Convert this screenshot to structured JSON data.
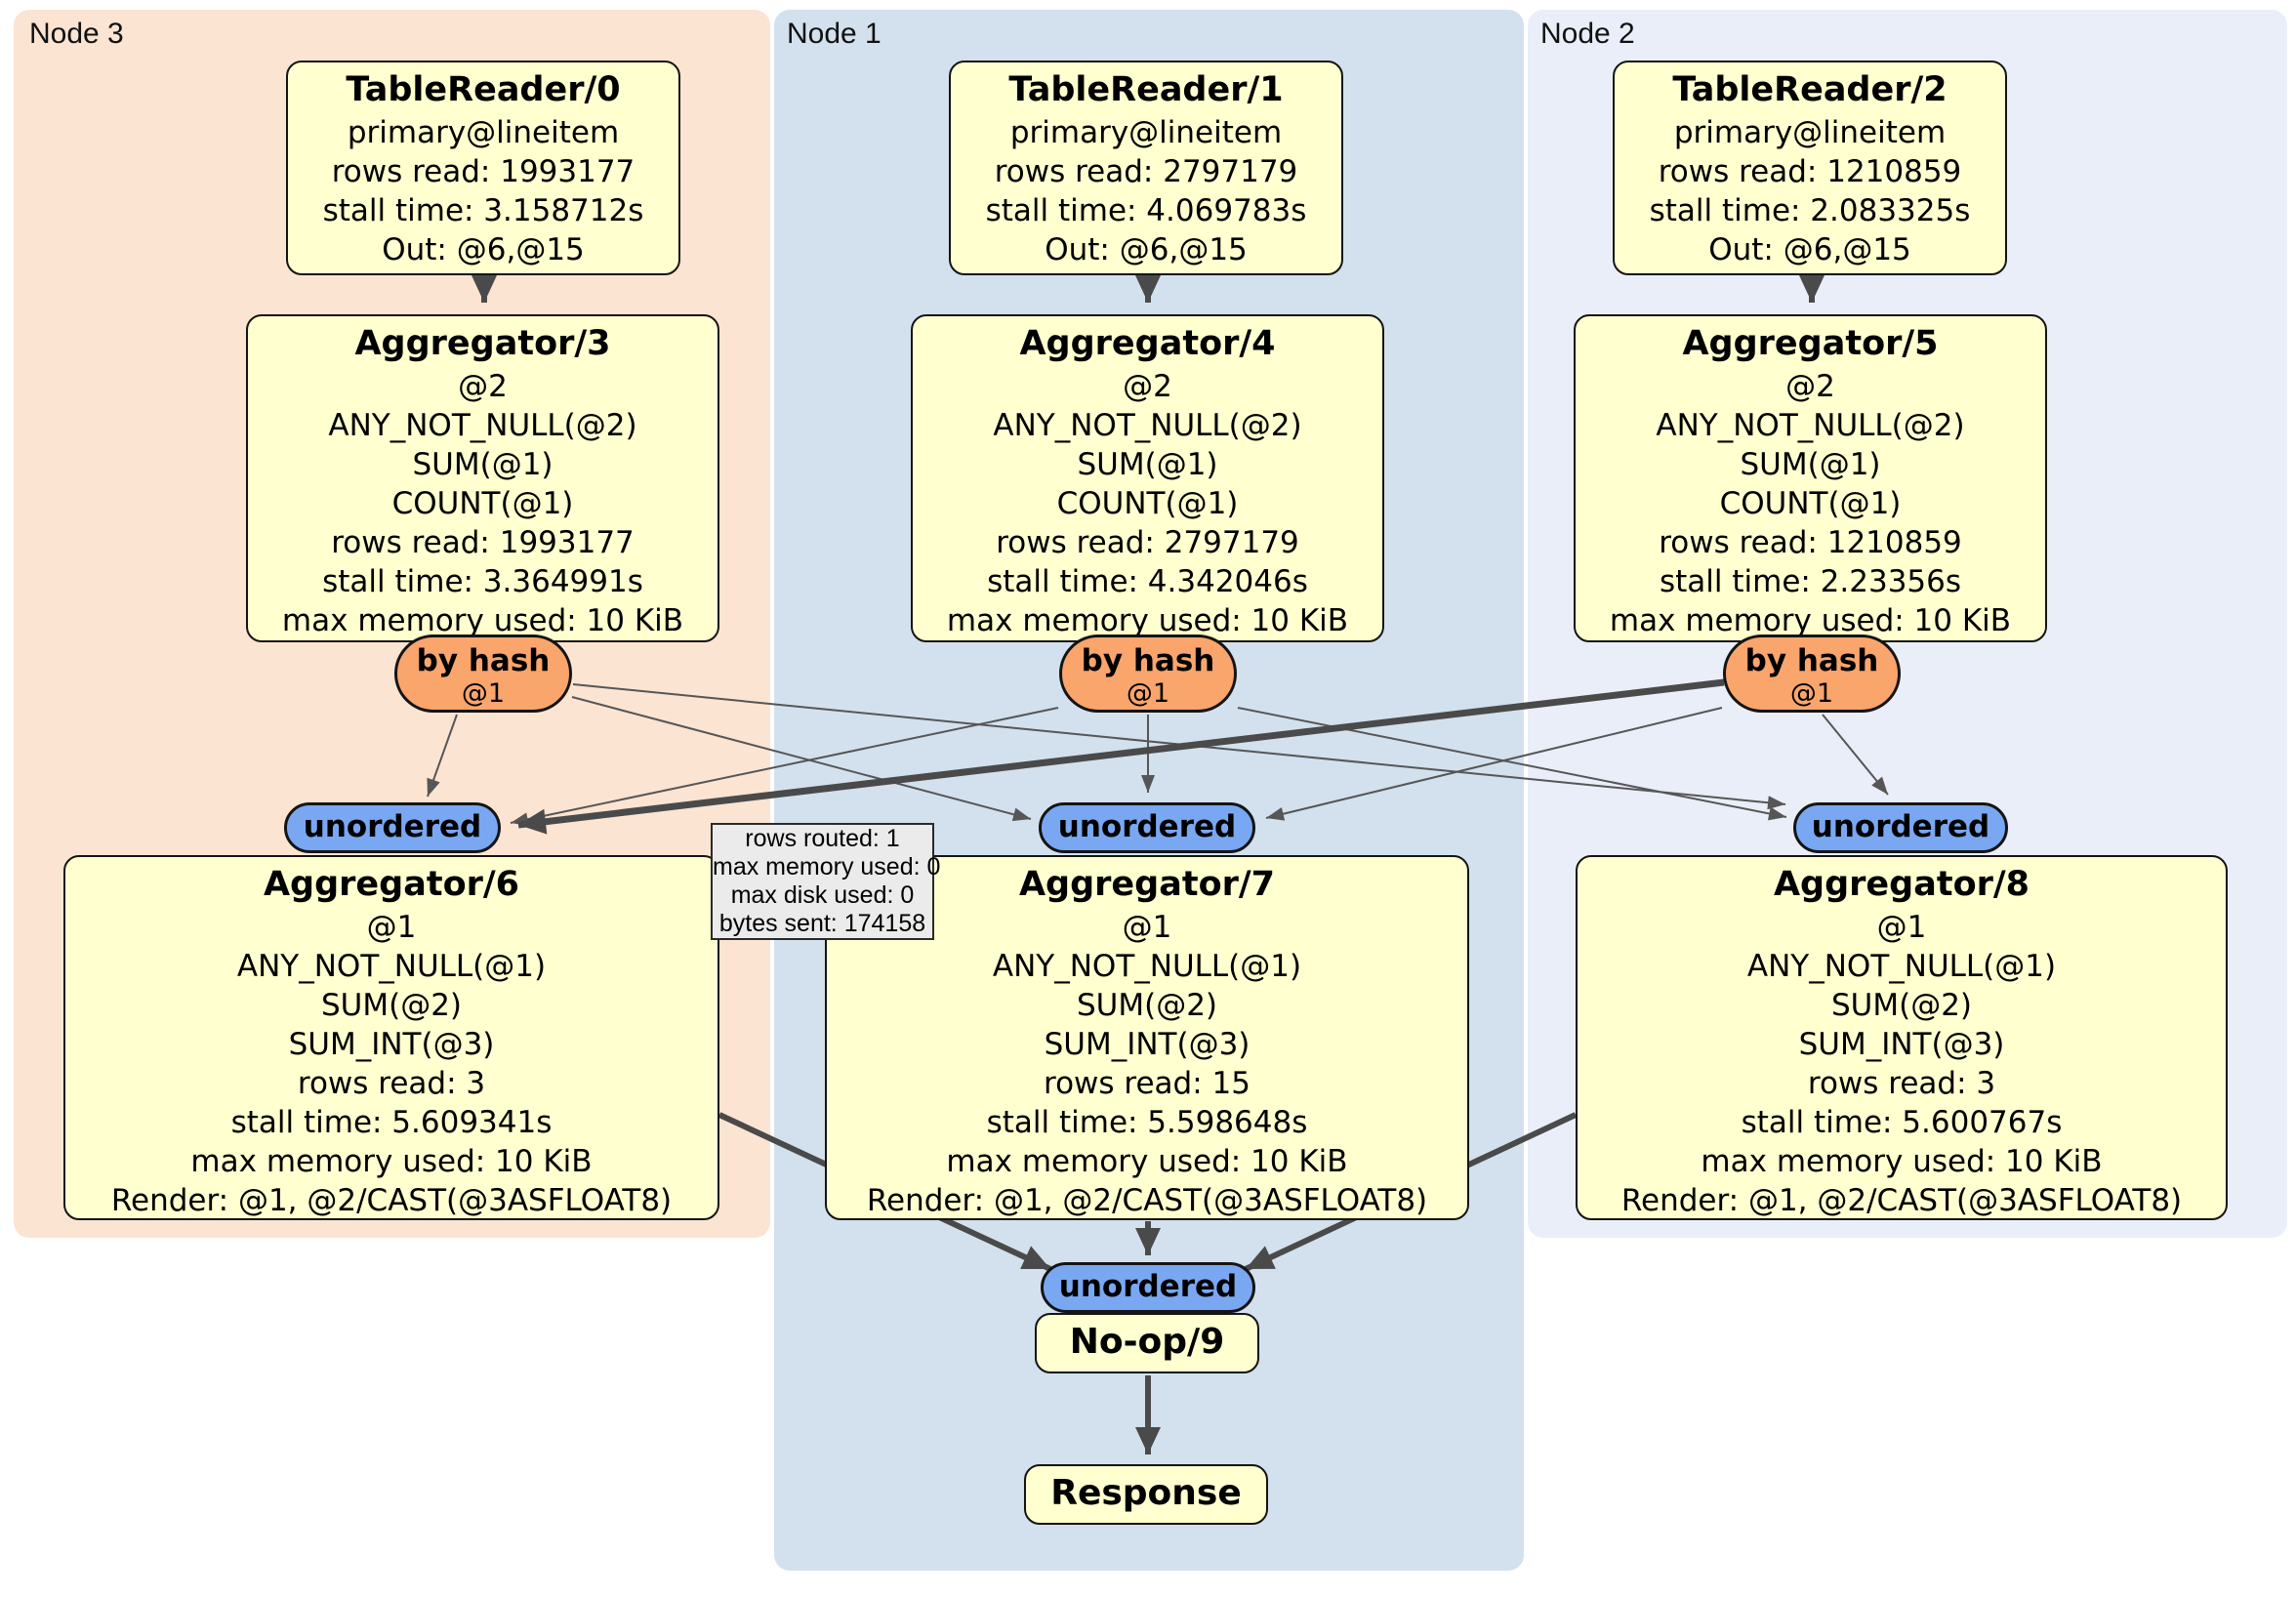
{
  "diagram": {
    "node_groups": [
      {
        "label": "Node 3",
        "color": "#fce4d2"
      },
      {
        "label": "Node 1",
        "color": "#d3e1ee"
      },
      {
        "label": "Node 2",
        "color": "#e9eef8"
      }
    ],
    "processors": {
      "tr0": {
        "title": "TableReader/0",
        "lines": [
          "primary@lineitem",
          "rows read: 1993177",
          "stall time: 3.158712s",
          "Out: @6,@15"
        ]
      },
      "tr1": {
        "title": "TableReader/1",
        "lines": [
          "primary@lineitem",
          "rows read: 2797179",
          "stall time: 4.069783s",
          "Out: @6,@15"
        ]
      },
      "tr2": {
        "title": "TableReader/2",
        "lines": [
          "primary@lineitem",
          "rows read: 1210859",
          "stall time: 2.083325s",
          "Out: @6,@15"
        ]
      },
      "agg3": {
        "title": "Aggregator/3",
        "lines": [
          "@2",
          "ANY_NOT_NULL(@2)",
          "SUM(@1)",
          "COUNT(@1)",
          "rows read: 1993177",
          "stall time: 3.364991s",
          "max memory used: 10 KiB"
        ]
      },
      "agg4": {
        "title": "Aggregator/4",
        "lines": [
          "@2",
          "ANY_NOT_NULL(@2)",
          "SUM(@1)",
          "COUNT(@1)",
          "rows read: 2797179",
          "stall time: 4.342046s",
          "max memory used: 10 KiB"
        ]
      },
      "agg5": {
        "title": "Aggregator/5",
        "lines": [
          "@2",
          "ANY_NOT_NULL(@2)",
          "SUM(@1)",
          "COUNT(@1)",
          "rows read: 1210859",
          "stall time: 2.23356s",
          "max memory used: 10 KiB"
        ]
      },
      "agg6": {
        "title": "Aggregator/6",
        "lines": [
          "@1",
          "ANY_NOT_NULL(@1)",
          "SUM(@2)",
          "SUM_INT(@3)",
          "rows read: 3",
          "stall time: 5.609341s",
          "max memory used: 10 KiB",
          "Render: @1, @2/CAST(@3ASFLOAT8)"
        ]
      },
      "agg7": {
        "title": "Aggregator/7",
        "lines": [
          "@1",
          "ANY_NOT_NULL(@1)",
          "SUM(@2)",
          "SUM_INT(@3)",
          "rows read: 15",
          "stall time: 5.598648s",
          "max memory used: 10 KiB",
          "Render: @1, @2/CAST(@3ASFLOAT8)"
        ]
      },
      "agg8": {
        "title": "Aggregator/8",
        "lines": [
          "@1",
          "ANY_NOT_NULL(@1)",
          "SUM(@2)",
          "SUM_INT(@3)",
          "rows read: 3",
          "stall time: 5.600767s",
          "max memory used: 10 KiB",
          "Render: @1, @2/CAST(@3ASFLOAT8)"
        ]
      },
      "noop": {
        "title": "No-op/9"
      },
      "response": {
        "title": "Response"
      }
    },
    "routers": {
      "by_hash": {
        "label": "by hash",
        "sub": "@1"
      },
      "unordered": {
        "label": "unordered"
      }
    },
    "edge_tooltip": {
      "lines": [
        "rows routed: 1",
        "max memory used: 0",
        "max disk used: 0",
        "bytes sent: 174158"
      ]
    }
  }
}
